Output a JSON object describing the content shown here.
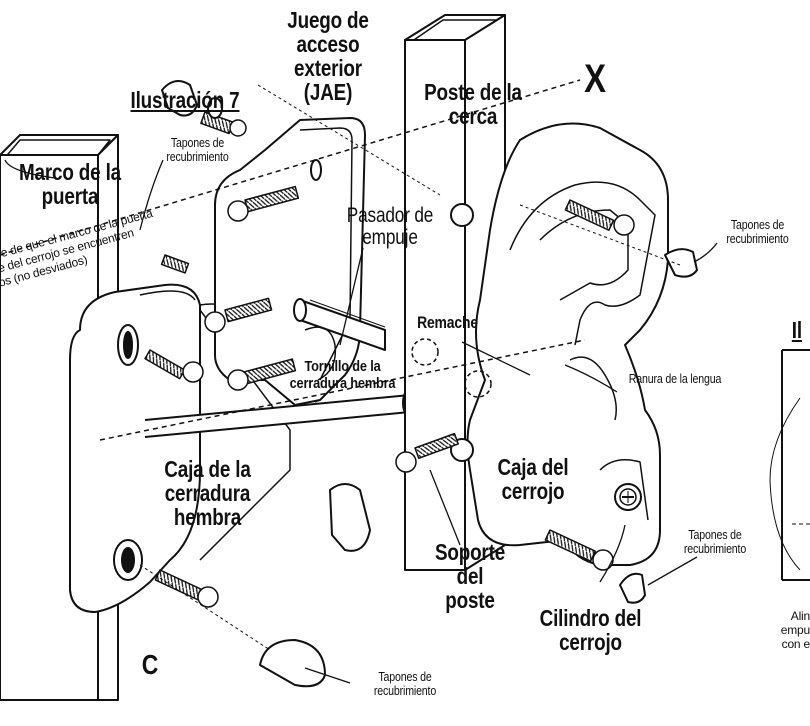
{
  "illustration_title": "Ilustración 7",
  "illustration_title_right": "Il",
  "axis_mark": "X",
  "gate_letter": "C",
  "labels": {
    "jae": "Juego de acceso exterior (JAE)",
    "fence_post": "Poste de la cerca",
    "gate_frame": "Marco de la puerta",
    "push_pin": "Pasador de empuje",
    "rivet": "Remache",
    "tongue_slot": "Ranura de la lengua",
    "female_screw": "Tornillo de la cerradura hembra",
    "female_box": "Caja de la cerradura hembra",
    "latch_box": "Caja del cerrojo",
    "post_support": "Soporte del poste",
    "latch_cylinder": "Cilindro del cerrojo",
    "caps_1": "Tapones de recubrimiento",
    "caps_2": "Tapones de recubrimiento",
    "caps_3": "Tapones de recubrimiento",
    "caps_4": "Tapones de recubrimiento"
  },
  "note_rotated": [
    "rse de que el marco de la puerta",
    "te del cerrojo se encuentren",
    "os (no desviados)"
  ],
  "note_right": [
    "Alin",
    "empu",
    "con e"
  ]
}
